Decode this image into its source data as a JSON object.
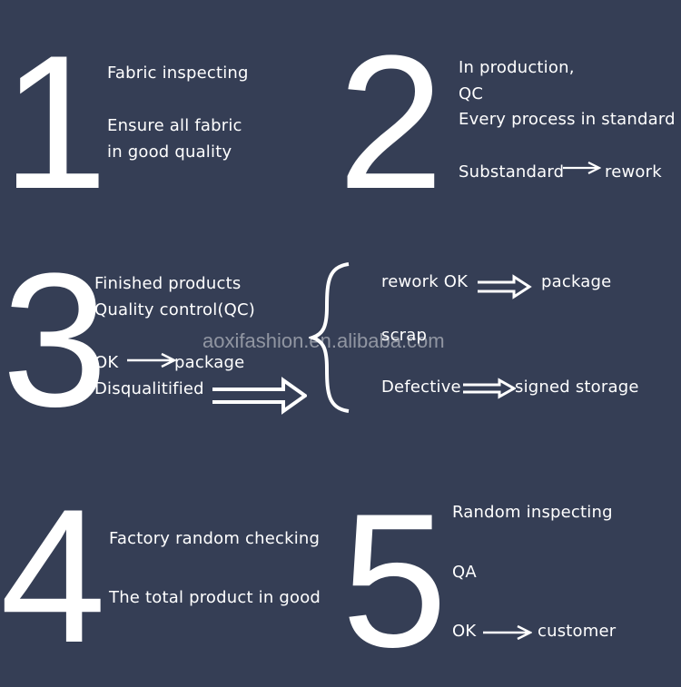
{
  "colors": {
    "background": "#353e55",
    "text": "#ffffff"
  },
  "step1": {
    "number": "1",
    "line1": "Fabric inspecting",
    "line2": "Ensure all fabric",
    "line3": "in good quality"
  },
  "step2": {
    "number": "2",
    "line1": "In production,",
    "line2": "QC",
    "line3": "Every process in standard",
    "from": "Substandard",
    "to": "rework"
  },
  "step3": {
    "number": "3",
    "line1": "Finished products",
    "line2": "Quality control(QC)",
    "ok_from": "OK",
    "ok_to": "package",
    "disq": "Disqualitified",
    "branch1_from": "rework OK",
    "branch1_to": "package",
    "branch2": "scrap",
    "branch3_from": "Defective",
    "branch3_to": "signed storage"
  },
  "step4": {
    "number": "4",
    "line1": "Factory random checking",
    "line2": "The total product in good"
  },
  "step5": {
    "number": "5",
    "line1": "Random inspecting",
    "line2": "QA",
    "from": "OK",
    "to": "customer"
  },
  "watermark": "aoxifashion.en.alibaba.com",
  "icons": {
    "arrow": "right-arrow-icon",
    "brace": "left-curly-brace"
  }
}
